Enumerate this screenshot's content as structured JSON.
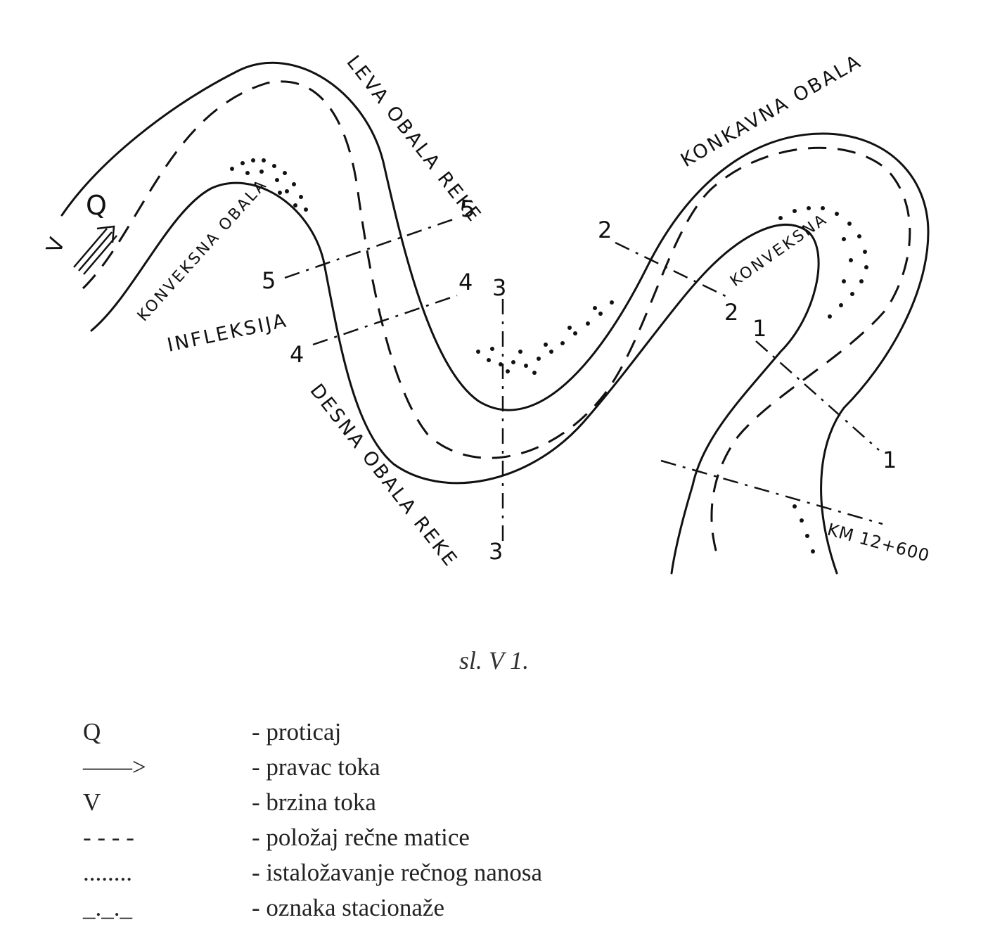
{
  "diagram": {
    "labels": {
      "leva_obala_reke": "LEVA OBALA REKE",
      "desna_obala_reke": "DESNA OBALA REKE",
      "konkavna_obala": "KONKAVNA OBALA",
      "konveksna_obala": "KONVEKSNA OBALA",
      "konveksna2": "KONVEKSNA",
      "infleksija": "INFLEKSIJA",
      "q": "Q",
      "v": "V",
      "km": "KM 12+600"
    },
    "stations": {
      "s1a": "1",
      "s1b": "1",
      "s2a": "2",
      "s2b": "2",
      "s3a": "3",
      "s3b": "3",
      "s4a": "4",
      "s4b": "4",
      "s5a": "5",
      "s5b": "5"
    }
  },
  "caption": "sl. V 1.",
  "legend": [
    {
      "symbol": "Q",
      "description": "- proticaj"
    },
    {
      "symbol": "——>",
      "description": "- pravac toka"
    },
    {
      "symbol": "V",
      "description": "- brzina toka"
    },
    {
      "symbol": "- - - -",
      "description": "- položaj rečne matice"
    },
    {
      "symbol": "........",
      "description": "- istaložavanje rečnog nanosa"
    },
    {
      "symbol": "_._._",
      "description": "- oznaka stacionaže"
    }
  ]
}
